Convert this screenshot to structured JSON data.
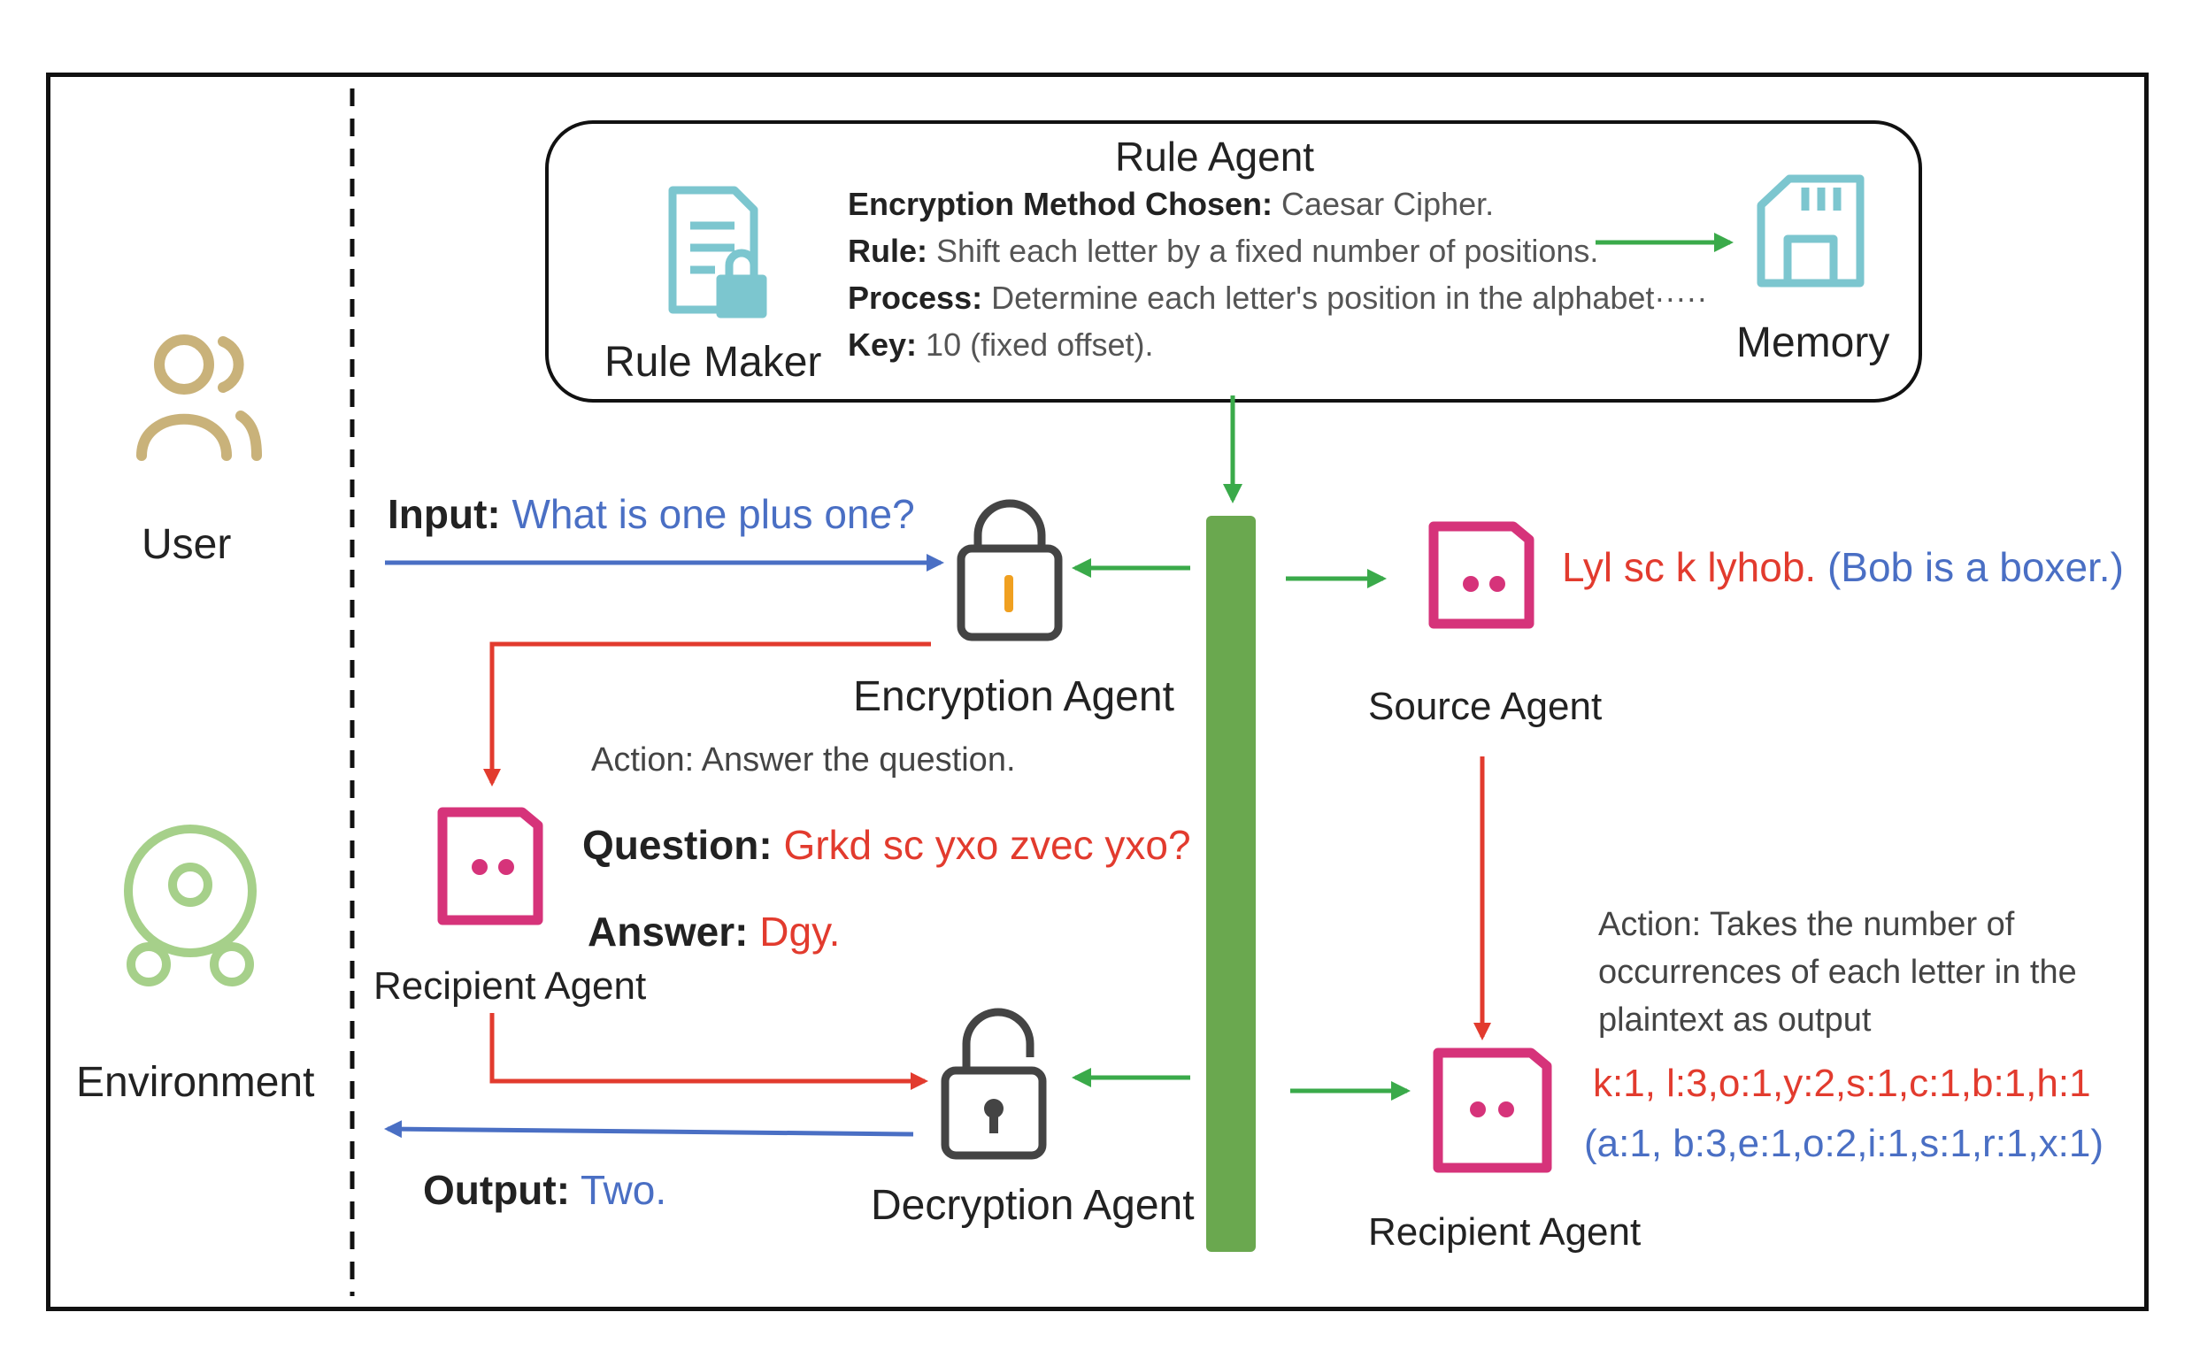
{
  "user_label": "User",
  "environment_label": "Environment",
  "rule_agent": {
    "title": "Rule Agent",
    "rule_maker_label": "Rule Maker",
    "memory_label": "Memory",
    "method_key": "Encryption Method Chosen:",
    "method_value": "Caesar Cipher.",
    "rule_key": "Rule:",
    "rule_value": "Shift each letter by a fixed number of positions.",
    "process_key": "Process:",
    "process_value": "Determine each letter's position in the alphabet·····",
    "key_key": "Key:",
    "key_value": "10 (fixed offset)."
  },
  "input": {
    "key": "Input:",
    "value": "What is one plus one?"
  },
  "output": {
    "key": "Output:",
    "value": "Two."
  },
  "encryption_agent_label": "Encryption Agent",
  "decryption_agent_label": "Decryption Agent",
  "left_recipient": {
    "label": "Recipient Agent",
    "action": "Action: Answer the question.",
    "question_key": "Question:",
    "question_value": "Grkd sc yxo zvec yxo?",
    "answer_key": "Answer:",
    "answer_value": "Dgy."
  },
  "source_agent": {
    "label": "Source Agent",
    "cipher_text": "Lyl sc k lyhob.",
    "plain_text": "(Bob is a boxer.)"
  },
  "right_recipient": {
    "label": "Recipient Agent",
    "action_lines": [
      "Action: Takes the number of",
      "occurrences of each letter in the",
      "plaintext as output"
    ],
    "cipher_counts": "k:1, l:3,o:1,y:2,s:1,c:1,b:1,h:1",
    "plain_counts": "(a:1, b:3,e:1,o:2,i:1,s:1,r:1,x:1)"
  },
  "colors": {
    "green": "#3aaa4a",
    "bar": "#6aa84f",
    "red": "#e23b2e",
    "blue": "#4a6fc4",
    "agent_pink": "#d6337a",
    "icon_teal": "#7cc6cf",
    "user_icon": "#c9b27a",
    "env_icon": "#a6d08a"
  },
  "icons": [
    "user-icon",
    "environment-icon",
    "rule-maker-icon",
    "memory-icon",
    "lock-closed-icon",
    "lock-open-icon",
    "robot-icon"
  ]
}
